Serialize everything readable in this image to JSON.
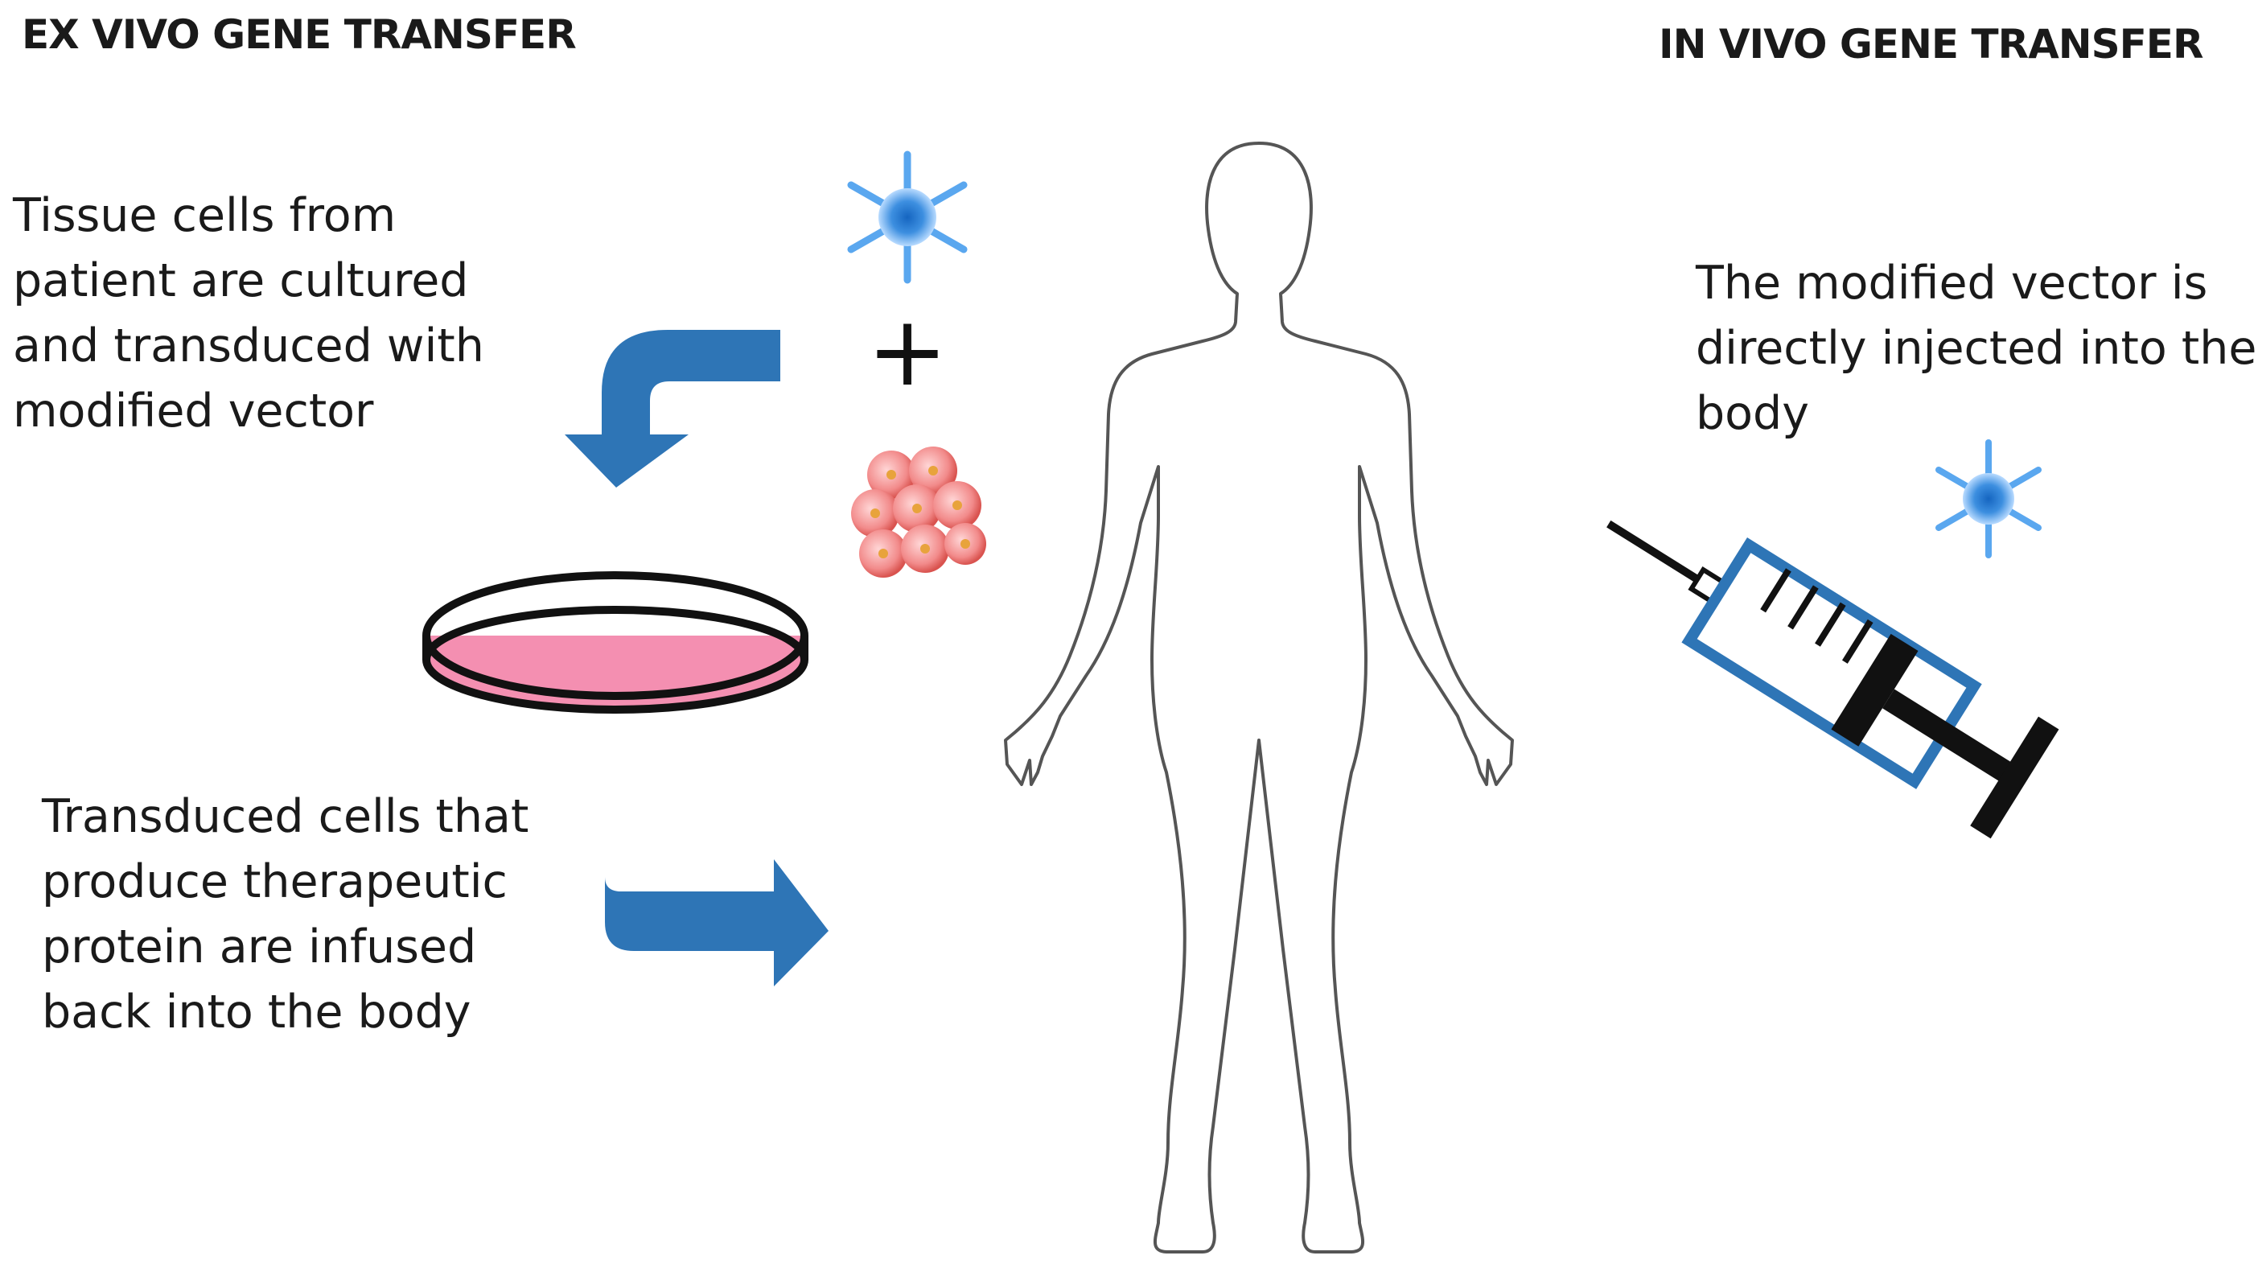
{
  "headings": {
    "ex_vivo": "EX VIVO GENE TRANSFER",
    "in_vivo": "IN VIVO GENE TRANSFER"
  },
  "ex_vivo_steps": {
    "step1": [
      "Tissue cells from",
      "patient are cultured",
      "and transduced with",
      "modified vector"
    ],
    "step2": [
      "Transduced cells that",
      "produce therapeutic",
      "protein are infused",
      "back into the body"
    ]
  },
  "in_vivo_step": [
    "The modified vector is",
    "directly injected into the",
    "body"
  ],
  "plus_symbol": "+",
  "icons": {
    "vector": "viral-vector-icon",
    "cells": "cell-cluster-icon",
    "dish": "petri-dish-icon",
    "body": "human-body-outline",
    "syringe": "syringe-icon",
    "arrows": "curved-arrow-icon"
  },
  "colors": {
    "arrow": "#2e75b6",
    "vector": "#3d8fe0",
    "dish": "#f48fb1",
    "cells": "#f28b8b",
    "syringe_frame": "#2e75b6"
  }
}
